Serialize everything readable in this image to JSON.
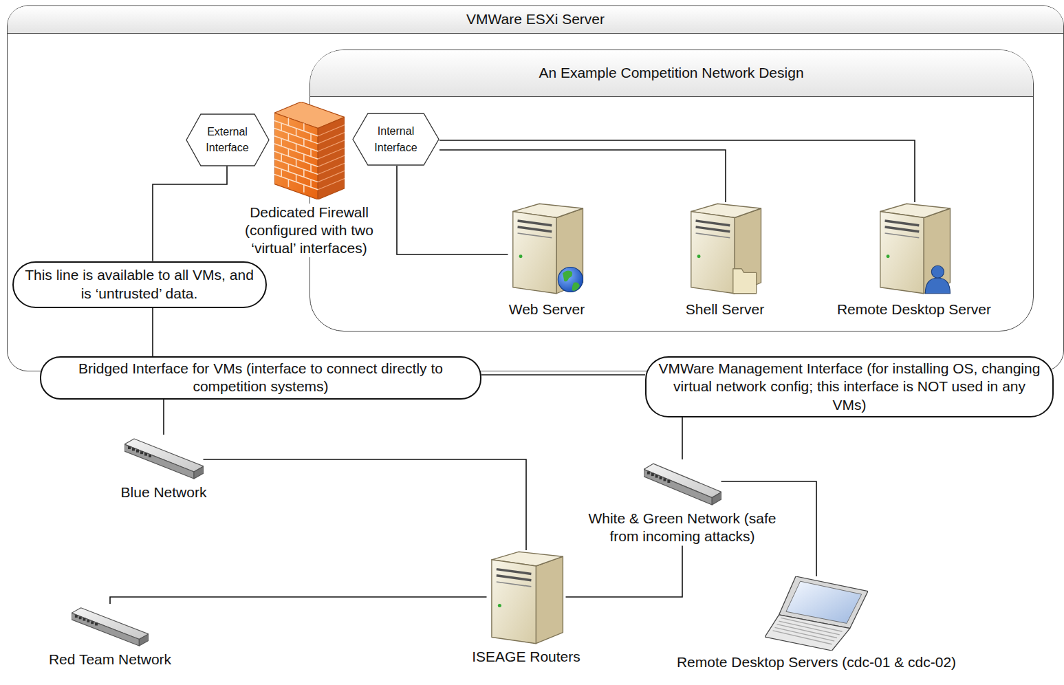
{
  "diagram": {
    "nodes": [
      {
        "text": [
          "VMWare ESXi Server"
        ]
      },
      {
        "text": [
          "An Example Competition Network Design"
        ],
        "in": 0
      },
      {
        "text": [
          "External Interface"
        ],
        "in": 0
      },
      {
        "text": [
          "Dedicated Firewall (configured with two ‘virtual’ interfaces)"
        ],
        "in": 0
      },
      {
        "text": [
          "Internal Interface"
        ],
        "in": 1
      },
      {
        "text": [
          "Web Server"
        ],
        "in": 1
      },
      {
        "text": [
          "Shell Server"
        ],
        "in": 1
      },
      {
        "text": [
          "Remote Desktop Server"
        ],
        "in": 1
      },
      {
        "text": [
          "This line is available to all VMs, and is ‘untrusted’ data."
        ],
        "in": 0
      },
      {
        "text": [
          "Bridged Interface for VMs (interface to connect directly to competition systems)"
        ]
      },
      {
        "text": [
          "VMWare Management Interface (for installing OS, changing virtual network config; this interface is NOT used in any VMs)"
        ]
      },
      {
        "text": [
          "Blue Network"
        ]
      },
      {
        "text": [
          "White & Green Network (safe from incoming attacks)"
        ]
      },
      {
        "text": [
          "Red Team Network"
        ]
      },
      {
        "text": [
          "ISEAGE Routers"
        ]
      },
      {
        "text": [
          "Remote Desktop Servers (cdc-01 & cdc-02)"
        ]
      }
    ],
    "edges": [
      {
        "from": 2,
        "to": 8,
        "arrow": "none"
      },
      {
        "from": 8,
        "to": 9,
        "arrow": "none"
      },
      {
        "from": 4,
        "to": 5,
        "arrow": "none"
      },
      {
        "from": 4,
        "to": 6,
        "arrow": "none"
      },
      {
        "from": 4,
        "to": 7,
        "arrow": "none"
      },
      {
        "from": 9,
        "to": 10,
        "arrow": "none"
      },
      {
        "from": 9,
        "to": 11,
        "arrow": "none"
      },
      {
        "from": 11,
        "to": 14,
        "arrow": "none"
      },
      {
        "from": 13,
        "to": 14,
        "arrow": "none"
      },
      {
        "from": 14,
        "to": 12,
        "arrow": "none"
      },
      {
        "from": 10,
        "to": 12,
        "arrow": "none"
      },
      {
        "from": 12,
        "to": 15,
        "arrow": "none"
      }
    ]
  }
}
